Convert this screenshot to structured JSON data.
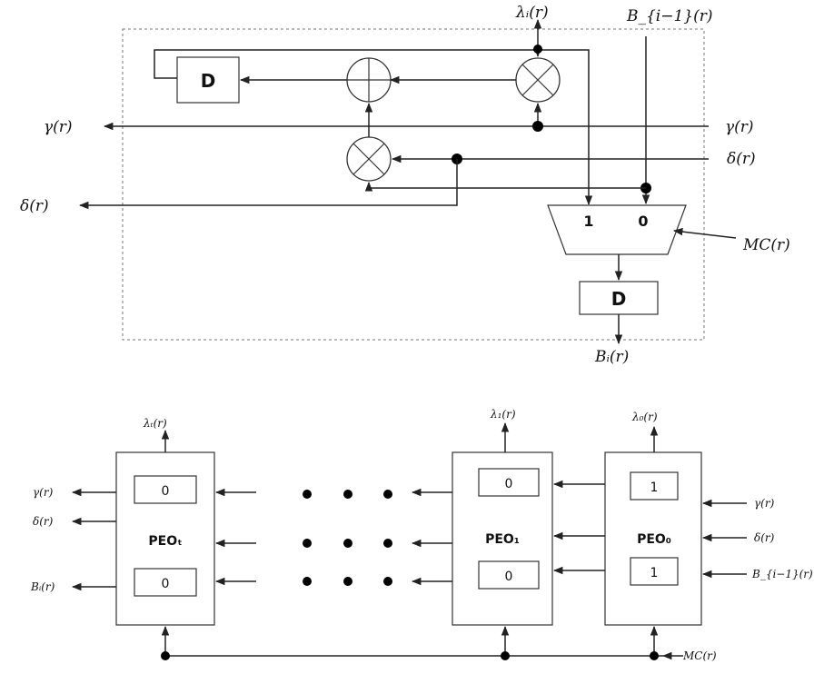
{
  "top": {
    "delay_label": "D",
    "mux_in1": "1",
    "mux_in0": "0",
    "out_delay_label": "D",
    "labels": {
      "lambda_out": "λᵢ(r)",
      "b_prev_in": "B_{i−1}(r)",
      "gamma_left": "γ(r)",
      "gamma_right": "γ(r)",
      "delta_right": "δ(r)",
      "delta_left": "δ(r)",
      "mc": "MC(r)",
      "b_out": "Bᵢ(r)"
    }
  },
  "bottom": {
    "pe_t": {
      "name": "PEOₜ",
      "top_value": "0",
      "bottom_value": "0",
      "lambda": "λₜ(r)"
    },
    "pe_1": {
      "name": "PEO₁",
      "top_value": "0",
      "bottom_value": "0",
      "lambda": "λ₁(r)"
    },
    "pe_0": {
      "name": "PEO₀",
      "top_value": "1",
      "bottom_value": "1",
      "lambda": "λ₀(r)"
    },
    "labels": {
      "gamma_left": "γ(r)",
      "delta_left": "δ(r)",
      "b_left": "Bᵢ(r)",
      "gamma_right": "γ(r)",
      "delta_right": "δ(r)",
      "b_right": "B_{i−1}(r)",
      "mc": "MC(r)"
    }
  }
}
